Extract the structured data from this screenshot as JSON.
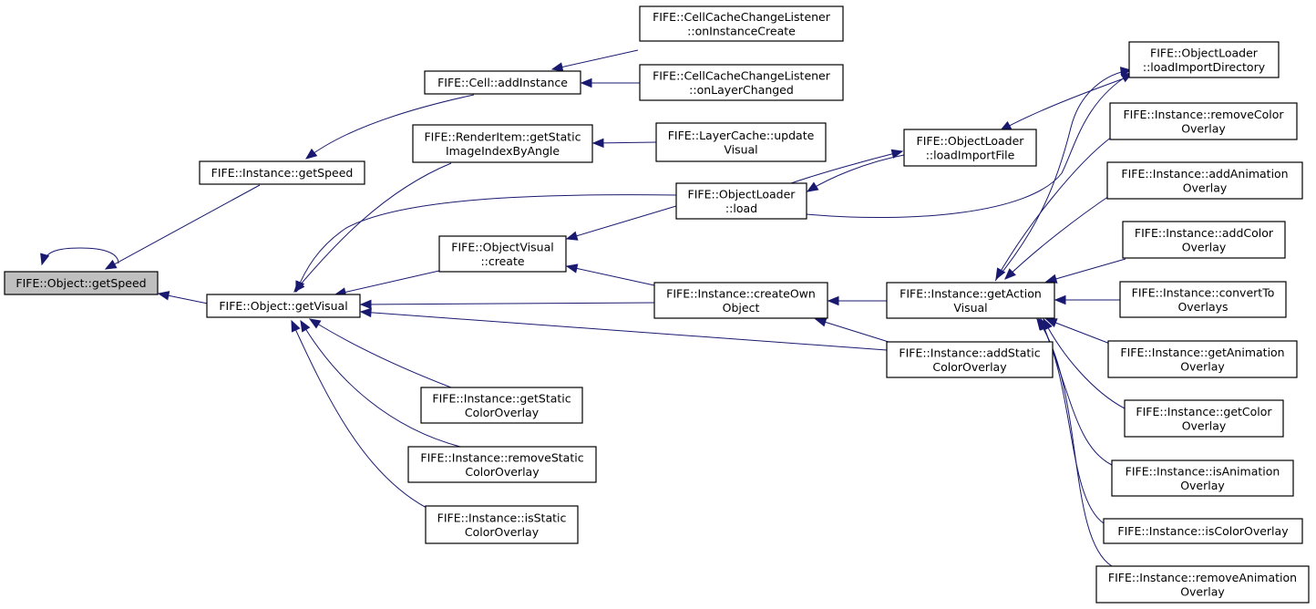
{
  "graph": {
    "nodes": [
      {
        "id": "obj_getSpeed",
        "lines": [
          "FIFE::Object::getSpeed"
        ],
        "root": true
      },
      {
        "id": "inst_getSpeed",
        "lines": [
          "FIFE::Instance::getSpeed"
        ]
      },
      {
        "id": "cell_addInstance",
        "lines": [
          "FIFE::Cell::addInstance"
        ]
      },
      {
        "id": "ccl_onInstanceCreate",
        "lines": [
          "FIFE::CellCacheChangeListener",
          "::onInstanceCreate"
        ]
      },
      {
        "id": "ccl_onLayerChanged",
        "lines": [
          "FIFE::CellCacheChangeListener",
          "::onLayerChanged"
        ]
      },
      {
        "id": "obj_getVisual",
        "lines": [
          "FIFE::Object::getVisual"
        ]
      },
      {
        "id": "ri_getStatic",
        "lines": [
          "FIFE::RenderItem::getStatic",
          "ImageIndexByAngle"
        ]
      },
      {
        "id": "lc_updateVisual",
        "lines": [
          "FIFE::LayerCache::update",
          "Visual"
        ]
      },
      {
        "id": "ov_create",
        "lines": [
          "FIFE::ObjectVisual",
          "::create"
        ]
      },
      {
        "id": "ol_load",
        "lines": [
          "FIFE::ObjectLoader",
          "::load"
        ]
      },
      {
        "id": "ol_loadImportFile",
        "lines": [
          "FIFE::ObjectLoader",
          "::loadImportFile"
        ]
      },
      {
        "id": "ol_loadImportDirectory",
        "lines": [
          "FIFE::ObjectLoader",
          "::loadImportDirectory"
        ]
      },
      {
        "id": "inst_createOwnObject",
        "lines": [
          "FIFE::Instance::createOwn",
          "Object"
        ]
      },
      {
        "id": "inst_getActionVisual",
        "lines": [
          "FIFE::Instance::getAction",
          "Visual"
        ]
      },
      {
        "id": "inst_addStaticColorOverlay",
        "lines": [
          "FIFE::Instance::addStatic",
          "ColorOverlay"
        ]
      },
      {
        "id": "inst_getStaticColorOverlay",
        "lines": [
          "FIFE::Instance::getStatic",
          "ColorOverlay"
        ]
      },
      {
        "id": "inst_removeStaticColorOverlay",
        "lines": [
          "FIFE::Instance::removeStatic",
          "ColorOverlay"
        ]
      },
      {
        "id": "inst_isStaticColorOverlay",
        "lines": [
          "FIFE::Instance::isStatic",
          "ColorOverlay"
        ]
      },
      {
        "id": "inst_removeColorOverlay",
        "lines": [
          "FIFE::Instance::removeColor",
          "Overlay"
        ]
      },
      {
        "id": "inst_addAnimationOverlay",
        "lines": [
          "FIFE::Instance::addAnimation",
          "Overlay"
        ]
      },
      {
        "id": "inst_addColorOverlay",
        "lines": [
          "FIFE::Instance::addColor",
          "Overlay"
        ]
      },
      {
        "id": "inst_convertToOverlays",
        "lines": [
          "FIFE::Instance::convertTo",
          "Overlays"
        ]
      },
      {
        "id": "inst_getAnimationOverlay",
        "lines": [
          "FIFE::Instance::getAnimation",
          "Overlay"
        ]
      },
      {
        "id": "inst_getColorOverlay",
        "lines": [
          "FIFE::Instance::getColor",
          "Overlay"
        ]
      },
      {
        "id": "inst_isAnimationOverlay",
        "lines": [
          "FIFE::Instance::isAnimation",
          "Overlay"
        ]
      },
      {
        "id": "inst_isColorOverlay",
        "lines": [
          "FIFE::Instance::isColorOverlay"
        ]
      },
      {
        "id": "inst_removeAnimationOverlay",
        "lines": [
          "FIFE::Instance::removeAnimation",
          "Overlay"
        ]
      }
    ],
    "edges": [
      {
        "from": "obj_getSpeed",
        "to": "obj_getSpeed"
      },
      {
        "from": "inst_getSpeed",
        "to": "obj_getSpeed"
      },
      {
        "from": "cell_addInstance",
        "to": "inst_getSpeed"
      },
      {
        "from": "ccl_onInstanceCreate",
        "to": "cell_addInstance"
      },
      {
        "from": "ccl_onLayerChanged",
        "to": "cell_addInstance"
      },
      {
        "from": "obj_getVisual",
        "to": "obj_getSpeed"
      },
      {
        "from": "ri_getStatic",
        "to": "obj_getVisual"
      },
      {
        "from": "lc_updateVisual",
        "to": "ri_getStatic"
      },
      {
        "from": "ol_load",
        "to": "obj_getVisual"
      },
      {
        "from": "ol_loadImportFile",
        "to": "ol_load"
      },
      {
        "from": "ol_load",
        "to": "ol_loadImportFile"
      },
      {
        "from": "ol_loadImportDirectory",
        "to": "ol_loadImportFile"
      },
      {
        "from": "inst_getActionVisual",
        "to": "ol_loadImportDirectory"
      },
      {
        "from": "ol_load",
        "to": "ol_loadImportDirectory"
      },
      {
        "from": "ov_create",
        "to": "obj_getVisual"
      },
      {
        "from": "ol_load",
        "to": "ov_create"
      },
      {
        "from": "inst_createOwnObject",
        "to": "ov_create"
      },
      {
        "from": "inst_createOwnObject",
        "to": "obj_getVisual"
      },
      {
        "from": "inst_getActionVisual",
        "to": "inst_createOwnObject"
      },
      {
        "from": "inst_addStaticColorOverlay",
        "to": "inst_createOwnObject"
      },
      {
        "from": "inst_addStaticColorOverlay",
        "to": "obj_getVisual"
      },
      {
        "from": "inst_getStaticColorOverlay",
        "to": "obj_getVisual"
      },
      {
        "from": "inst_removeStaticColorOverlay",
        "to": "obj_getVisual"
      },
      {
        "from": "inst_isStaticColorOverlay",
        "to": "obj_getVisual"
      },
      {
        "from": "inst_removeColorOverlay",
        "to": "inst_getActionVisual"
      },
      {
        "from": "inst_addAnimationOverlay",
        "to": "inst_getActionVisual"
      },
      {
        "from": "inst_addColorOverlay",
        "to": "inst_getActionVisual"
      },
      {
        "from": "inst_convertToOverlays",
        "to": "inst_getActionVisual"
      },
      {
        "from": "inst_getAnimationOverlay",
        "to": "inst_getActionVisual"
      },
      {
        "from": "inst_getColorOverlay",
        "to": "inst_getActionVisual"
      },
      {
        "from": "inst_isAnimationOverlay",
        "to": "inst_getActionVisual"
      },
      {
        "from": "inst_isColorOverlay",
        "to": "inst_getActionVisual"
      },
      {
        "from": "inst_removeAnimationOverlay",
        "to": "inst_getActionVisual"
      }
    ],
    "colors": {
      "edge": "#191970",
      "root_fill": "#bfbfbf",
      "node_fill": "#ffffff",
      "node_border": "#000000"
    }
  }
}
